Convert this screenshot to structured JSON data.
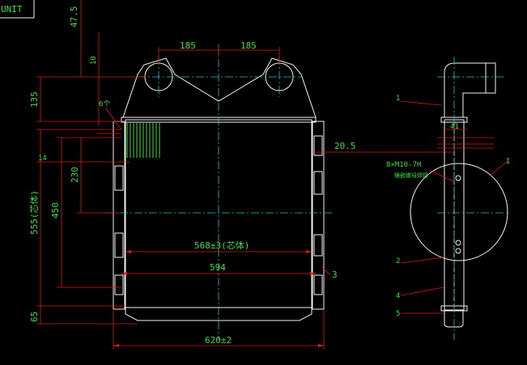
{
  "title_corner": "UNIT",
  "dims": {
    "d185_left": "185",
    "d185_right": "185",
    "d47_5": "47.5",
    "d10": "10",
    "d135": "135",
    "d6pcs": "6个",
    "d14": "14",
    "d230": "230",
    "d450": "450",
    "d555": "555(芯体)",
    "d65": "65",
    "d568": "568±3(芯体)",
    "d594": "594",
    "d620": "620±2",
    "d20_5": "20.5",
    "d41": "41",
    "thread": "8×M10-7H",
    "thread_note": "镶嵌螺母焊接"
  },
  "callouts": {
    "c1": "1",
    "c2": "2",
    "c3": "3",
    "c4": "4",
    "c5": "5",
    "cI": "I"
  },
  "colors": {
    "background": "#000000",
    "outline": "#f2f2f2",
    "dimension": "#e01818",
    "text": "#3fdc3f",
    "centerline": "#20c8c8",
    "hidden": "#e0e020"
  }
}
